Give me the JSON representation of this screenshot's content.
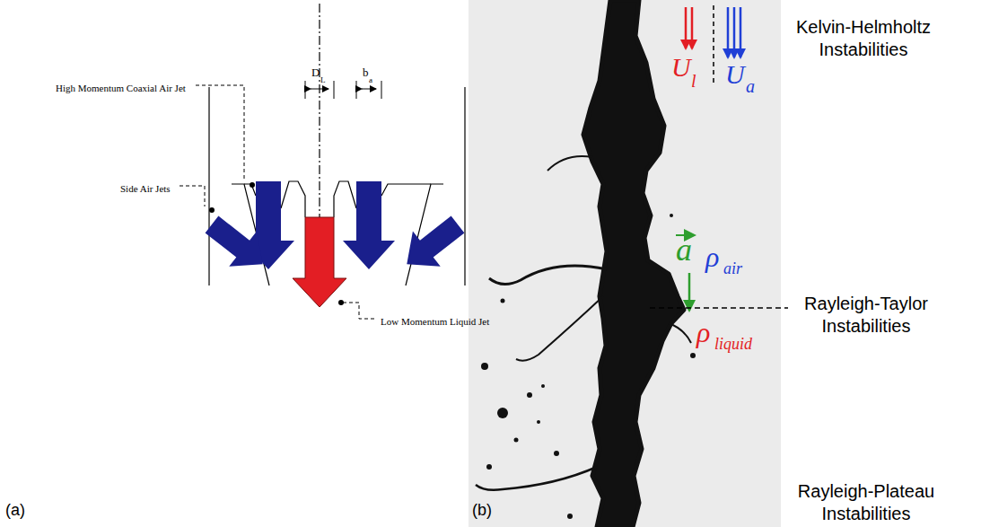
{
  "diagram": {
    "labels": [
      "High Momentum Coaxial Air Jet",
      "D",
      "L",
      "b",
      "a",
      "Side Air Jets",
      "Low Momentum Liquid Jet",
      "(a)",
      "(b)",
      "U",
      "l",
      "U",
      "a",
      "Kelvin-Helmholtz Instabilities",
      "a",
      "ρ",
      "air",
      "ρ",
      "liquid",
      "Rayleigh-Taylor Instabilities",
      "Rayleigh-Plateau Instabilities"
    ]
  }
}
